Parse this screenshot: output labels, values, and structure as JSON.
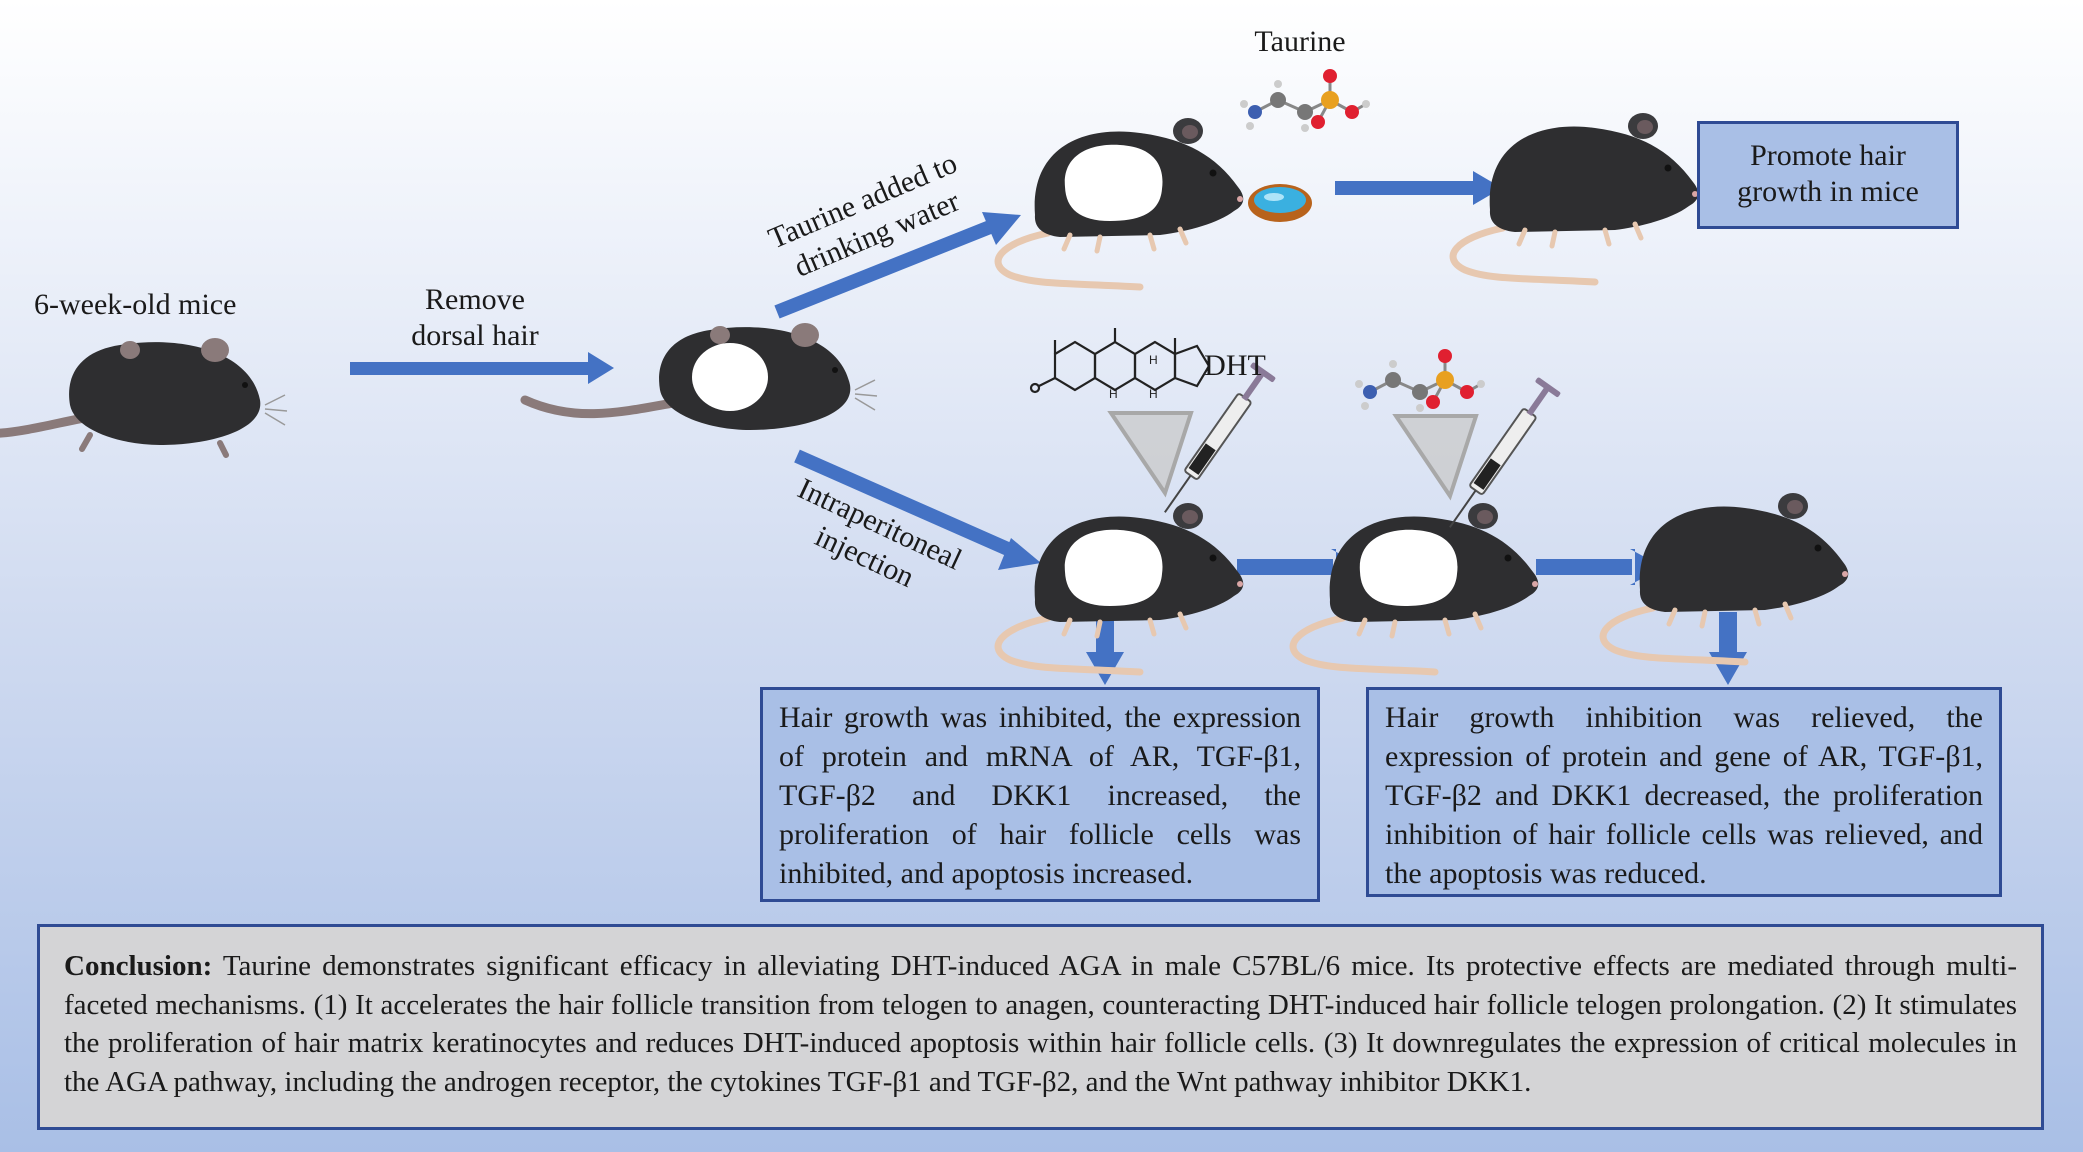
{
  "labels": {
    "start_mice": "6-week-old mice",
    "remove_hair_1": "Remove",
    "remove_hair_2": "dorsal hair",
    "taurine_water_1": "Taurine added to",
    "taurine_water_2": "drinking water",
    "injection_1": "Intraperitoneal",
    "injection_2": "injection",
    "taurine": "Taurine",
    "dht": "DHT"
  },
  "boxes": {
    "promote_1": "Promote hair",
    "promote_2": "growth in mice",
    "dht_result": "Hair growth was inhibited, the expression of protein and mRNA of AR, TGF-β1, TGF-β2 and DKK1 increased, the proliferation of hair follicle cells was inhibited, and apoptosis increased.",
    "taurine_result": "Hair growth inhibition was relieved, the expression of protein and gene of AR, TGF-β1, TGF-β2 and DKK1 decreased, the proliferation inhibition of hair follicle cells was relieved, and the apoptosis was reduced."
  },
  "conclusion": {
    "heading": "Conclusion:",
    "text": "Taurine demonstrates significant efficacy in alleviating DHT-induced AGA in male C57BL/6 mice. Its protective effects are mediated through multi-faceted mechanisms. (1) It accelerates the hair follicle transition from telogen to anagen, counteracting DHT-induced hair follicle telogen prolongation. (2) It stimulates the proliferation of hair matrix keratinocytes and reduces DHT-induced apoptosis within hair follicle cells. (3) It downregulates the expression of critical molecules in the AGA pathway, including the androgen receptor, the cytokines TGF-β1 and TGF-β2, and the Wnt pathway inhibitor DKK1."
  },
  "colors": {
    "arrow": "#4472c4",
    "box_fill": "#a9bfe6",
    "box_border": "#2f4b94",
    "conclusion_fill": "#d4d4d6",
    "mouse_body": "#2e2e30",
    "mouse_tail": "#e7c8b0",
    "shaved_patch": "#ffffff"
  },
  "icons": {
    "mouse": "mouse-icon",
    "molecule": "taurine-molecule-icon",
    "steroid": "dht-structure-icon",
    "syringe": "syringe-icon",
    "water_dish": "water-dish-icon"
  }
}
